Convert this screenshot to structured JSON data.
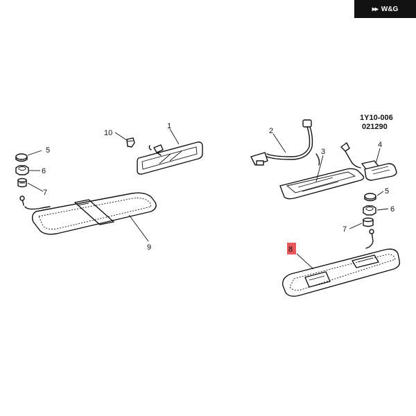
{
  "watermark": {
    "brand": "W&G",
    "logo_icon": "wings-logo-icon"
  },
  "diagram_code": {
    "line1": "1Y10-006",
    "line2": "021290"
  },
  "highlight_color": "#e8575c",
  "callouts": {
    "c1": "1",
    "c2": "2",
    "c3": "3",
    "c4": "4",
    "c5a": "5",
    "c5b": "5",
    "c6a": "6",
    "c6b": "6",
    "c7a": "7",
    "c7b": "7",
    "c8": "8",
    "c9": "9",
    "c10": "10"
  }
}
